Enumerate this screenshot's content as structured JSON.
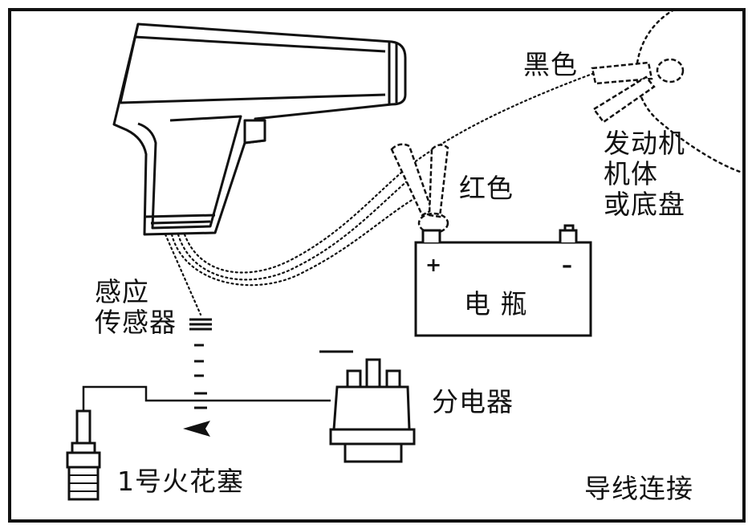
{
  "labels": {
    "black_clip": "黑色",
    "ground_line1": "发动机",
    "ground_line2": "机体",
    "ground_line3": "或底盘",
    "red_clip": "红色",
    "battery": "电  瓶",
    "battery_plus": "+",
    "battery_minus": "–",
    "sensor_line1": "感应",
    "sensor_line2": "传感器",
    "distributor": "分电器",
    "spark_plug": "1号火花塞",
    "caption": "导线连接"
  },
  "colors": {
    "stroke": "#111111",
    "background": "#ffffff"
  }
}
